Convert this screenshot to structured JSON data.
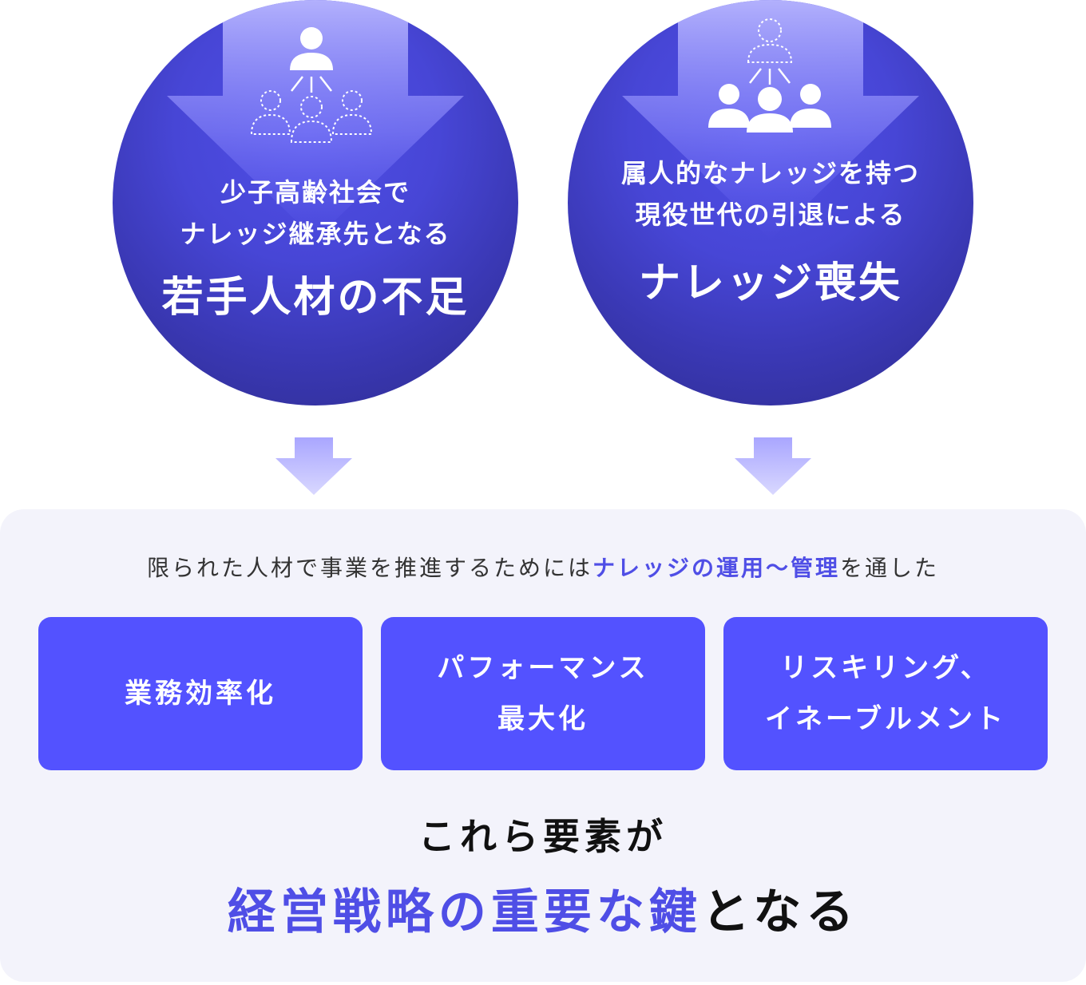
{
  "circles": {
    "left": {
      "line1": "少子高齢社会で",
      "line2": "ナレッジ継承先となる",
      "title": "若手人材の不足"
    },
    "right": {
      "line1": "属人的なナレッジを持つ",
      "line2": "現役世代の引退による",
      "title": "ナレッジ喪失"
    }
  },
  "lead": {
    "pre": "限られた人材で事業を推進するためには",
    "highlight": "ナレッジの運用〜管理",
    "post": "を通した"
  },
  "cards": [
    {
      "line1": "業務効率化",
      "line2": ""
    },
    {
      "line1": "パフォーマンス",
      "line2": "最大化"
    },
    {
      "line1": "リスキリング、",
      "line2": "イネーブルメント"
    }
  ],
  "closing": {
    "line1": "これら要素が",
    "highlight": "経営戦略の重要な鍵",
    "rest": "となる"
  },
  "colors": {
    "accent": "#5352ff",
    "circle_dark": "#2d2b8c",
    "panel_bg": "#f3f3fb",
    "arrow": "#b6b3ff"
  }
}
